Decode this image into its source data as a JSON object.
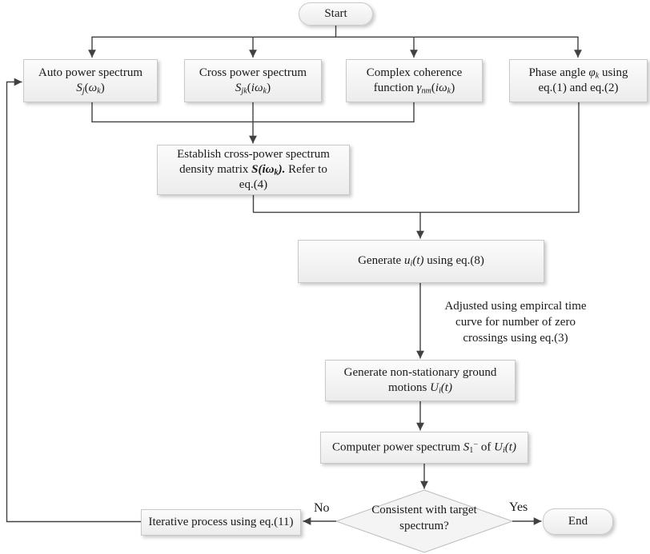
{
  "diagram": {
    "colors": {
      "line": "#414141",
      "box_border": "#c9c9c9",
      "box_fill_top": "#fcfcfc",
      "box_fill_bottom": "#ececec",
      "text": "#1a1a1a",
      "bg": "#ffffff"
    },
    "nodes": {
      "start": {
        "label": "Start"
      },
      "auto_power": {
        "rich": [
          [
            "Auto power spectrum"
          ],
          [
            "\n"
          ],
          [
            "S",
            "i"
          ],
          [
            "j",
            "isub"
          ],
          [
            "("
          ],
          [
            "ω",
            "i"
          ],
          [
            "k",
            "isub"
          ],
          [
            ")"
          ]
        ]
      },
      "cross_power": {
        "rich": [
          [
            "Cross power spectrum"
          ],
          [
            "\n"
          ],
          [
            "S",
            "i"
          ],
          [
            "jk",
            "isub"
          ],
          [
            "("
          ],
          [
            "iω",
            "i"
          ],
          [
            "k",
            "isub"
          ],
          [
            ")"
          ]
        ]
      },
      "coherence": {
        "rich": [
          [
            "Complex coherence"
          ],
          [
            "\n"
          ],
          [
            "function "
          ],
          [
            "γ",
            "i"
          ],
          [
            "nm",
            "isub"
          ],
          [
            "("
          ],
          [
            "iω",
            "i"
          ],
          [
            "k",
            "isub"
          ],
          [
            ")"
          ]
        ]
      },
      "phase_angle": {
        "rich": [
          [
            "Phase angle "
          ],
          [
            "φ",
            "i"
          ],
          [
            "k",
            "isub"
          ],
          [
            " using"
          ],
          [
            "\n"
          ],
          [
            "eq.(1) and eq.(2)"
          ]
        ]
      },
      "establish_matrix": {
        "rich": [
          [
            "Establish cross-power spectrum"
          ],
          [
            "\n"
          ],
          [
            "density matrix  "
          ],
          [
            "S(iω",
            "bi"
          ],
          [
            "k",
            "bisub"
          ],
          [
            ").",
            "bi"
          ],
          [
            " Refer to"
          ],
          [
            "\n"
          ],
          [
            "eq.(4)"
          ]
        ]
      },
      "generate_ui": {
        "rich": [
          [
            "Generate "
          ],
          [
            "u",
            "i"
          ],
          [
            "i",
            "isub"
          ],
          [
            "(t)",
            "i"
          ],
          [
            " using eq.(8)"
          ]
        ]
      },
      "adjustment_note": {
        "rich": [
          [
            "Adjusted using empircal time"
          ],
          [
            "\n"
          ],
          [
            "curve for number of zero"
          ],
          [
            "\n"
          ],
          [
            "crossings using eq.(3)"
          ]
        ]
      },
      "generate_ground_motions": {
        "rich": [
          [
            "Generate non-stationary ground"
          ],
          [
            "\n"
          ],
          [
            "motions "
          ],
          [
            "U",
            "i"
          ],
          [
            "i",
            "isub"
          ],
          [
            "(t)",
            "i"
          ]
        ]
      },
      "compute_spectrum": {
        "rich": [
          [
            "Computer power spectrum "
          ],
          [
            "S",
            "i"
          ],
          [
            "1",
            "sub"
          ],
          [
            "−",
            "sup"
          ],
          [
            " of "
          ],
          [
            "U",
            "i"
          ],
          [
            "i",
            "isub"
          ],
          [
            "(t)",
            "i"
          ]
        ]
      },
      "decision": {
        "rich": [
          [
            "Consistent with target"
          ],
          [
            "\n"
          ],
          [
            "spectrum?"
          ]
        ]
      },
      "iterative_process": {
        "rich": [
          [
            "Iterative process using eq.(11)"
          ]
        ]
      },
      "end": {
        "label": "End"
      }
    },
    "edge_labels": {
      "no": "No",
      "yes": "Yes"
    }
  }
}
